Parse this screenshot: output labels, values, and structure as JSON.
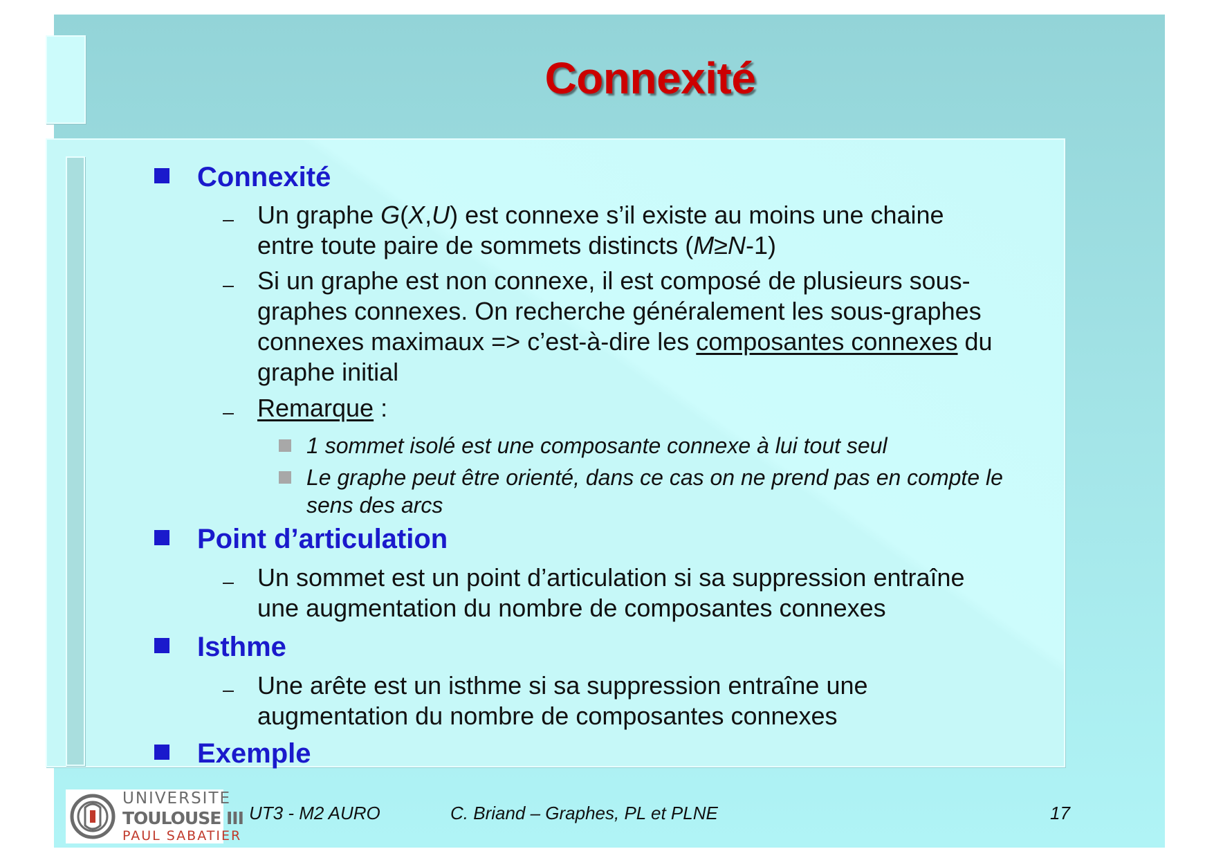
{
  "slide": {
    "title": "Connexité",
    "sections": [
      {
        "heading": "Connexité"
      },
      {
        "heading": "Point d’articulation"
      },
      {
        "heading": "Isthme"
      },
      {
        "heading": "Exemple"
      }
    ],
    "connexite": {
      "item1_line1_a": "Un graphe ",
      "item1_G": "G",
      "item1_paren_open": "(",
      "item1_X": "X",
      "item1_comma": ",",
      "item1_U": "U",
      "item1_line1_b": ") est connexe s’il existe au moins une chaine",
      "item1_line2_a": "entre toute paire de sommets distincts (",
      "item1_M": "M",
      "item1_ge": "≥",
      "item1_N": "N",
      "item1_line2_b": "-1)",
      "item2_line1": "Si un graphe est non connexe, il est composé de plusieurs sous-",
      "item2_line2": "graphes connexes. On recherche généralement les sous-graphes",
      "item2_line3_a": "connexes maximaux => c’est-à-dire les ",
      "item2_line3_u": "composantes connexes",
      "item2_line3_b": " du",
      "item2_line4": "graphe initial",
      "remarque_label": "Remarque",
      "remarque_colon": " :",
      "sub1": "1 sommet isolé est une composante connexe à lui tout seul",
      "sub2_line1": "Le graphe peut être orienté, dans ce cas on ne prend pas en compte le",
      "sub2_line2": "sens des arcs"
    },
    "articulation": {
      "line1": "Un sommet est un point d’articulation si sa suppression entraîne",
      "line2": "une augmentation du nombre de composantes connexes"
    },
    "isthme": {
      "line1": "Une arête est un isthme si sa suppression entraîne une",
      "line2": "augmentation du nombre de composantes connexes"
    }
  },
  "footer": {
    "course": "UT3 - M2 AURO",
    "author": "C. Briand – Graphes, PL et PLNE",
    "page": "17"
  },
  "logo": {
    "line1": "UNIVERSITE",
    "line2": "TOULOUSE III",
    "line3": "PAUL SABATIER"
  },
  "colors": {
    "title": "#cc0000",
    "heading": "#1a1acc",
    "background": "#a2e3e6",
    "content_box": "#c6f8f8"
  }
}
